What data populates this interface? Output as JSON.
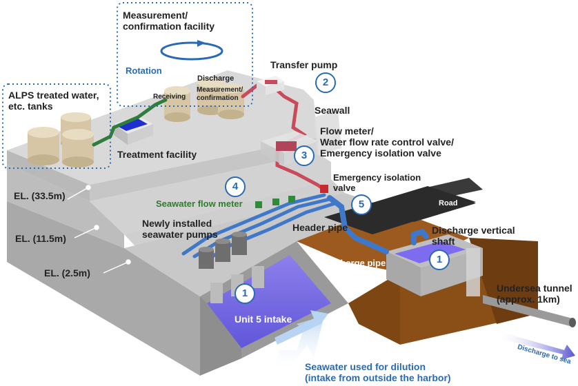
{
  "labels": {
    "measurement_facility": "Measurement/\nconfirmation facility",
    "rotation": "Rotation",
    "alps_tanks": "ALPS treated water,\netc. tanks",
    "treatment_facility": "Treatment facility",
    "receiving": "Receiving",
    "discharge_small": "Discharge",
    "measurement_confirmation_small": "Measurement/\nconfirmation",
    "transfer_pump": "Transfer pump",
    "seawall": "Seawall",
    "flow_meter_block": "Flow meter/\nWater flow rate control valve/\nEmergency isolation valve",
    "emergency_isolation_valve": "Emergency isolation\nvalve",
    "road": "Road",
    "seawater_flow_meter": "Seawater flow meter",
    "newly_installed_pumps": "Newly installed\nseawater pumps",
    "header_pipe": "Header pipe",
    "discharge_vertical_shaft": "Discharge vertical\nshaft",
    "discharge_pipe": "Discharge pipe",
    "unit5_intake": "Unit 5 intake",
    "undersea_tunnel": "Undersea tunnel\n(approx. 1km)",
    "discharge_to_sea": "Discharge to sea",
    "seawater_dilution": "Seawater used for dilution\n(intake from outside the harbor)"
  },
  "elevations": [
    "EL. (33.5m)",
    "EL. (11.5m)",
    "EL. (2.5m)"
  ],
  "markers": [
    "2",
    "3",
    "4",
    "5",
    "1",
    "1"
  ],
  "colors": {
    "accent_blue": "#2a6ab3",
    "pipe_red": "#c94a5a",
    "pipe_blue": "#3f78c8",
    "pipe_green": "#2f7d3a",
    "water": "#7b6bf0",
    "soil": "#9a5a1c",
    "concrete": "#c9c9c9"
  }
}
